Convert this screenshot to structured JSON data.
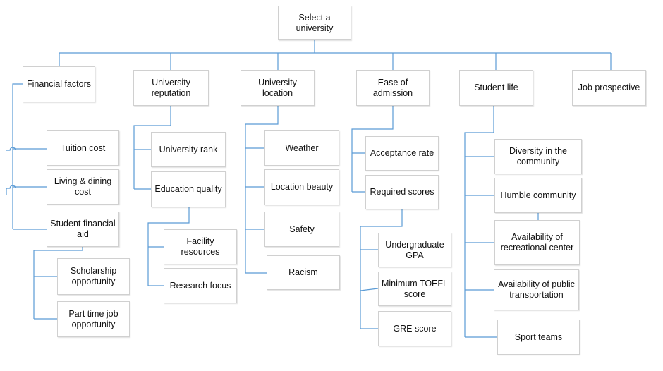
{
  "line_color": "#5b9bd5",
  "root": "Select a university",
  "criteria": {
    "financial": "Financial factors",
    "reputation": "University reputation",
    "location": "University location",
    "admission": "Ease of admission",
    "student_life": "Student life",
    "job": "Job prospective"
  },
  "financial": {
    "tuition": "Tuition cost",
    "living": "Living & dining cost",
    "aid": "Student financial aid",
    "aid_children": [
      "Scholarship opportunity",
      "Part time job opportunity"
    ]
  },
  "reputation": {
    "rank": "University rank",
    "education": "Education quality",
    "education_children": [
      "Facility resources",
      "Research focus"
    ]
  },
  "location": [
    "Weather",
    "Location beauty",
    "Safety",
    "Racism"
  ],
  "admission": {
    "acceptance": "Acceptance rate",
    "scores": "Required scores",
    "score_children": [
      "Undergraduate GPA",
      "Minimum TOEFL score",
      "GRE score"
    ]
  },
  "student_life": [
    "Diversity in the community",
    "Humble community",
    "Availability of recreational center",
    "Availability of public transportation",
    "Sport teams"
  ]
}
